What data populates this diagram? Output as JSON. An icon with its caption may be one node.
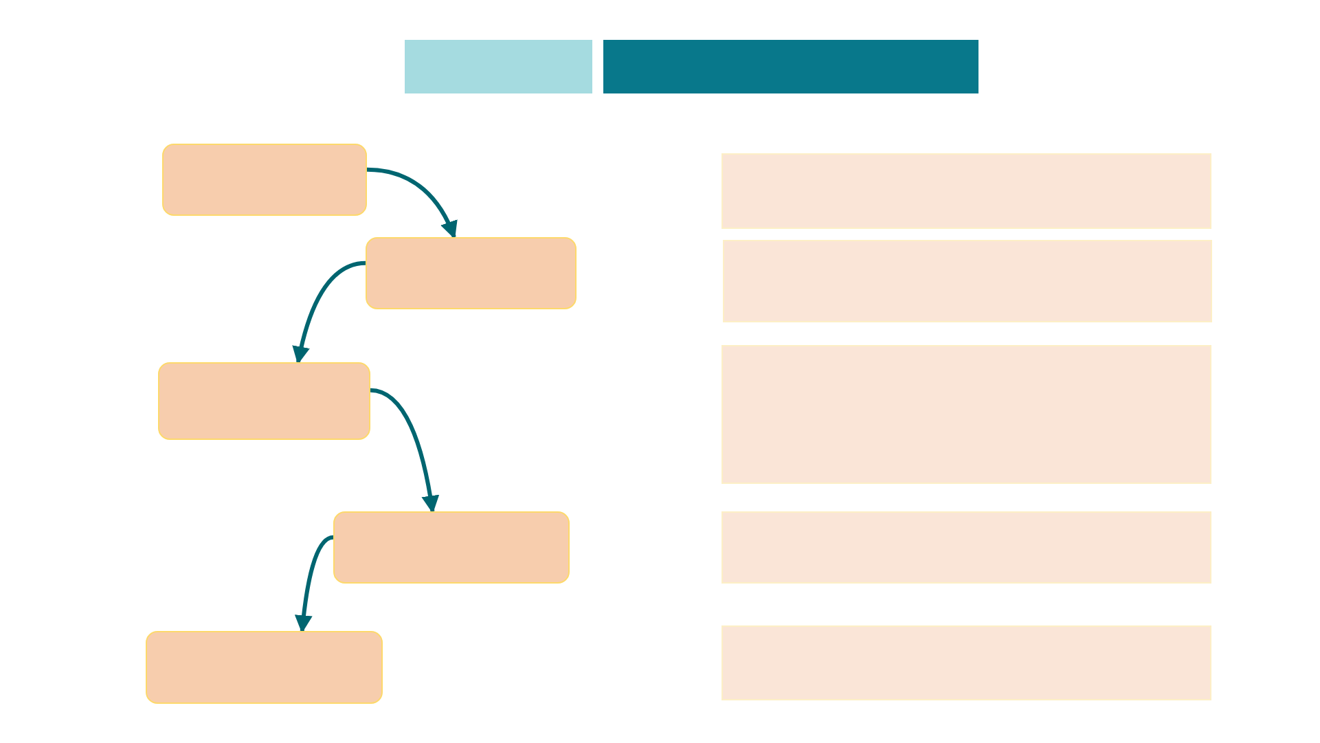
{
  "diagram": {
    "nodes": [
      {
        "text": [],
        "shape": "bar"
      },
      {
        "text": [],
        "shape": "bar"
      },
      {
        "text": [],
        "shape": "box"
      },
      {
        "text": [],
        "shape": "box"
      },
      {
        "text": [],
        "shape": "box"
      },
      {
        "text": [],
        "shape": "box"
      },
      {
        "text": [],
        "shape": "box"
      },
      {
        "text": [],
        "shape": "bar"
      },
      {
        "text": [],
        "shape": "bar"
      },
      {
        "text": [],
        "shape": "bar"
      },
      {
        "text": [],
        "shape": "bar"
      },
      {
        "text": [],
        "shape": "bar"
      }
    ],
    "edges": [
      {
        "from": 2,
        "to": 3,
        "arrow": "to"
      },
      {
        "from": 3,
        "to": 4,
        "arrow": "to"
      },
      {
        "from": 4,
        "to": 5,
        "arrow": "to"
      },
      {
        "from": 5,
        "to": 6,
        "arrow": "to"
      }
    ]
  }
}
